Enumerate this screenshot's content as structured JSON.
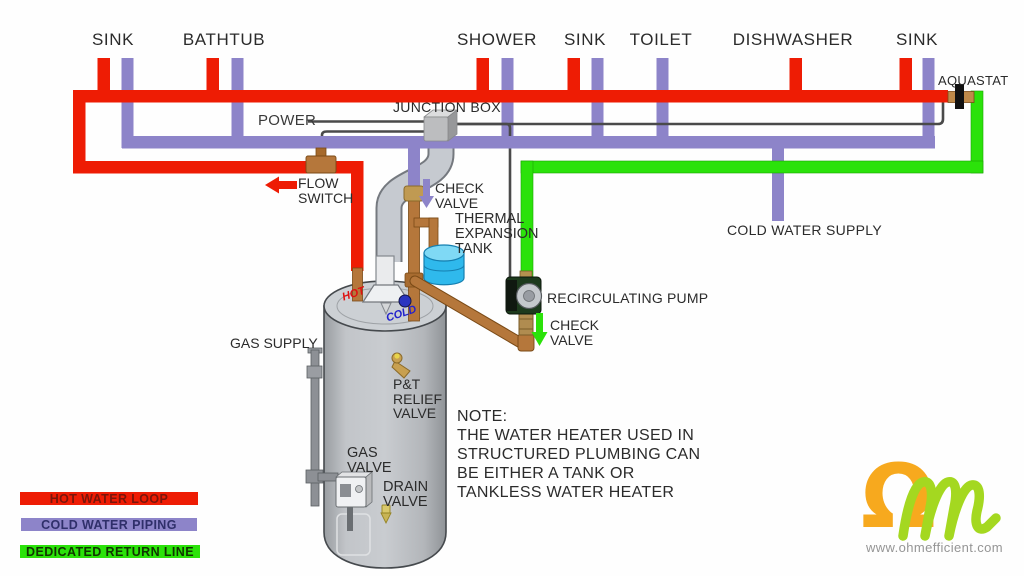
{
  "fixtures": [
    {
      "label": "SINK",
      "hot": true,
      "cold": true
    },
    {
      "label": "BATHTUB",
      "hot": true,
      "cold": true
    },
    {
      "label": "SHOWER",
      "hot": true,
      "cold": true
    },
    {
      "label": "SINK",
      "hot": true,
      "cold": true
    },
    {
      "label": "TOILET",
      "hot": false,
      "cold": true
    },
    {
      "label": "DISHWASHER",
      "hot": true,
      "cold": false
    },
    {
      "label": "SINK",
      "hot": true,
      "cold": true
    }
  ],
  "labels": {
    "aquastat": "AQUASTAT",
    "junction_box": "JUNCTION BOX",
    "power": "POWER",
    "flow_switch": [
      "FLOW",
      "SWITCH"
    ],
    "check_valve_cold": [
      "CHECK",
      "VALVE"
    ],
    "thermal_expansion_tank": [
      "THERMAL",
      "EXPANSION",
      "TANK"
    ],
    "cold_water_supply": "COLD WATER SUPPLY",
    "recirculating_pump": "RECIRCULATING PUMP",
    "check_valve_return": [
      "CHECK",
      "VALVE"
    ],
    "gas_supply": "GAS SUPPLY",
    "hot_port": "HOT",
    "cold_port": "COLD",
    "pt_relief_valve": [
      "P&T",
      "RELIEF",
      "VALVE"
    ],
    "gas_valve": [
      "GAS",
      "VALVE"
    ],
    "drain_valve": [
      "DRAIN",
      "VALVE"
    ]
  },
  "note": {
    "heading": "NOTE:",
    "lines": [
      "THE WATER HEATER USED IN",
      "STRUCTURED PLUMBING CAN",
      "BE EITHER A TANK OR",
      "TANKLESS WATER HEATER"
    ]
  },
  "legend": [
    {
      "label": "HOT WATER LOOP",
      "color": "#ee1c04",
      "text_color": "#7a150a"
    },
    {
      "label": "COLD WATER PIPING",
      "color": "#8d84c9",
      "text_color": "#2f2f6a"
    },
    {
      "label": "DEDICATED RETURN LINE",
      "color": "#2be20a",
      "text_color": "#103500"
    }
  ],
  "footer": {
    "website": "www.ohmefficient.com"
  },
  "colors": {
    "hot_water": "#ee1c04",
    "cold_water": "#8d84c9",
    "return_line": "#2be20a",
    "copper_pipe": "#b5773b",
    "power_wire": "#4a4a4a",
    "logo_orange": "#f7a91e",
    "logo_green": "#a4d820"
  }
}
